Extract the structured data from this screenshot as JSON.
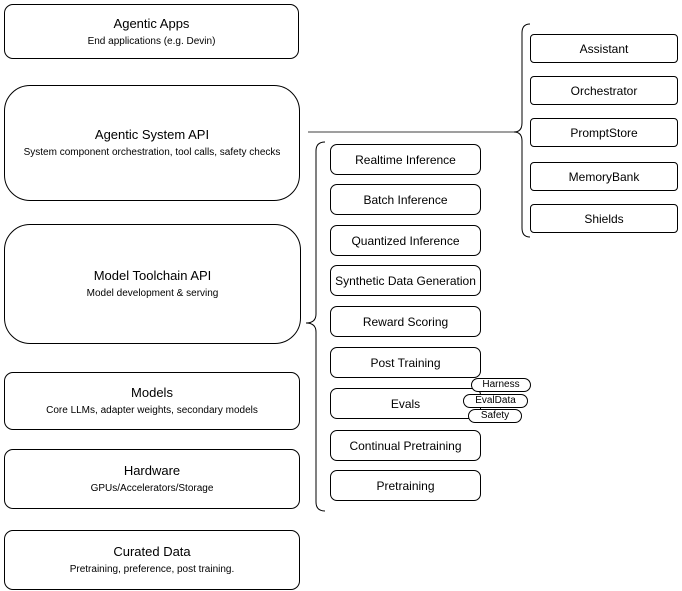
{
  "stack_layers": [
    {
      "title": "Agentic Apps",
      "subtitle": "End applications (e.g. Devin)"
    },
    {
      "title": "Agentic System API",
      "subtitle": "System component orchestration, tool calls, safety checks"
    },
    {
      "title": "Model Toolchain API",
      "subtitle": "Model development & serving"
    },
    {
      "title": "Models",
      "subtitle": "Core LLMs, adapter weights, secondary models"
    },
    {
      "title": "Hardware",
      "subtitle": "GPUs/Accelerators/Storage"
    },
    {
      "title": "Curated Data",
      "subtitle": "Pretraining, preference, post training."
    }
  ],
  "toolchain_services": [
    "Realtime Inference",
    "Batch Inference",
    "Quantized Inference",
    "Synthetic Data Generation",
    "Reward Scoring",
    "Post Training",
    "Evals",
    "Continual Pretraining",
    "Pretraining"
  ],
  "eval_tags": [
    "Harness",
    "EvalData",
    "Safety"
  ],
  "system_components": [
    "Assistant",
    "Orchestrator",
    "PromptStore",
    "MemoryBank",
    "Shields"
  ],
  "colors": {
    "stroke": "#000000",
    "background": "#ffffff",
    "connector": "#666666"
  }
}
